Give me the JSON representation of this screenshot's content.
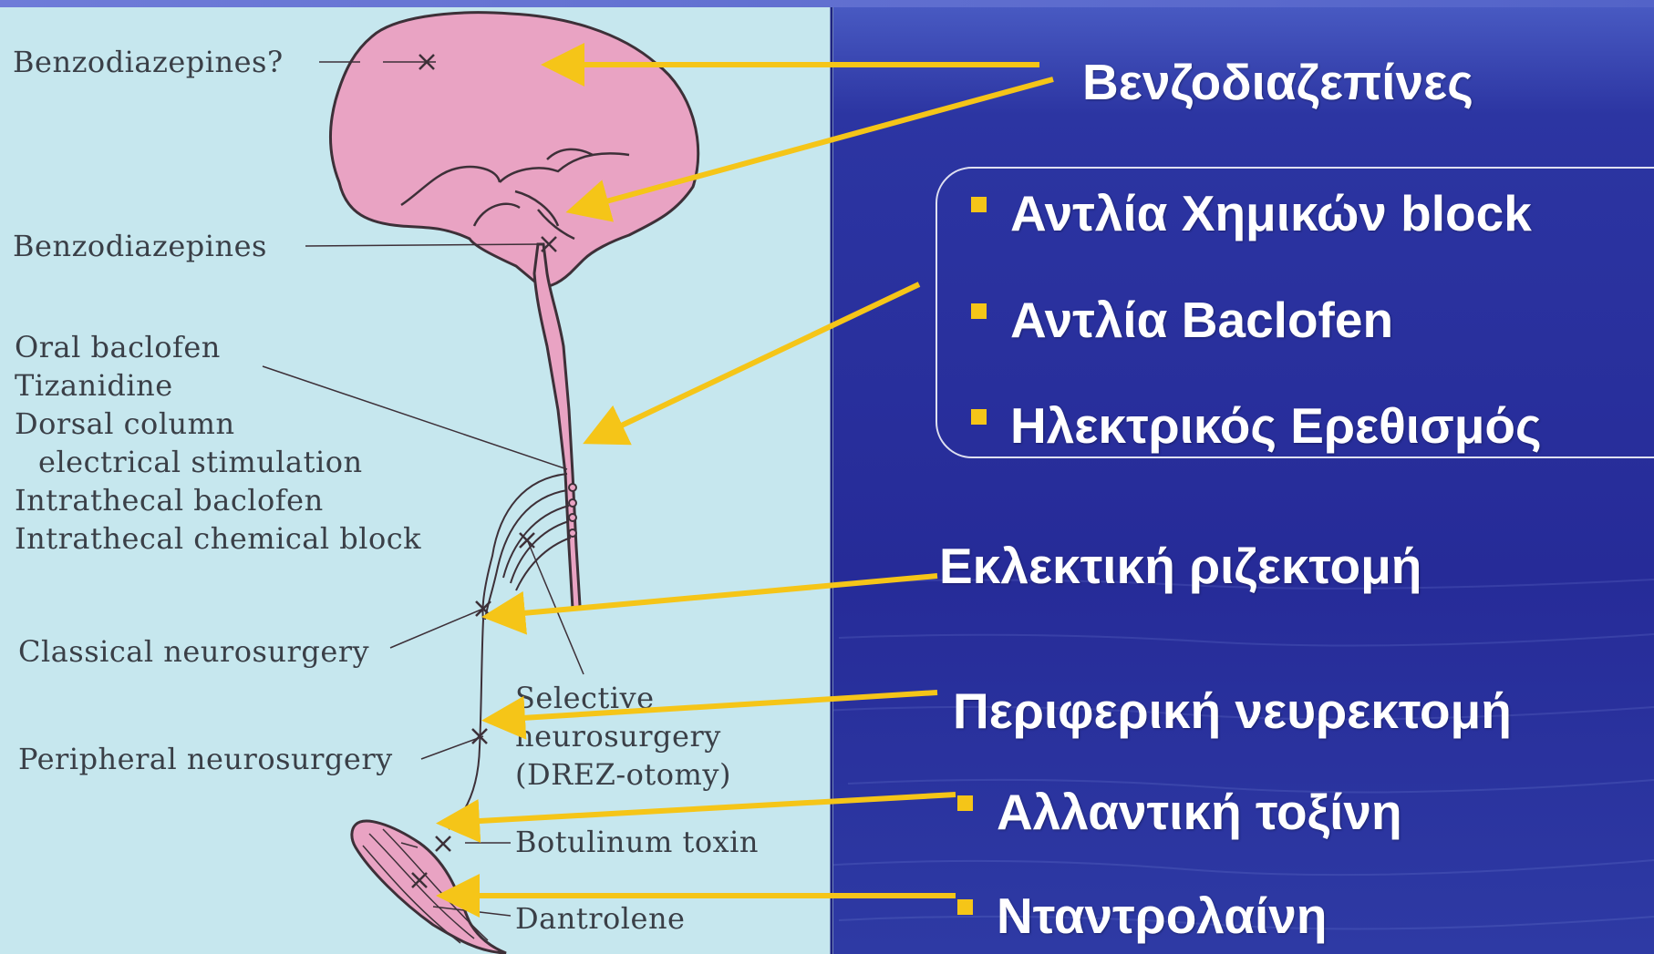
{
  "diagram": {
    "labels": {
      "benzo_q": "Benzodiazepines?",
      "benzo": "Benzodiazepines",
      "oral_baclofen": "Oral baclofen",
      "tizanidine": "Tizanidine",
      "dorsal_column": "Dorsal column",
      "electrical_stimulation": "electrical stimulation",
      "intrathecal_baclofen": "Intrathecal baclofen",
      "intrathecal_chemical_block": "Intrathecal chemical block",
      "classical_neurosurgery": "Classical neurosurgery",
      "selective": "Selective",
      "neurosurgery": "neurosurgery",
      "drez": "(DREZ-otomy)",
      "peripheral_neurosurgery": "Peripheral neurosurgery",
      "botulinum_toxin": "Botulinum toxin",
      "dantrolene": "Dantrolene"
    }
  },
  "greek": {
    "benzodiazepines": "Βενζοδιαζεπίνες",
    "pump_chemical_block": "Αντλία Χημικών block",
    "pump_baclofen": "Αντλία Baclofen",
    "electrical_stimulation": "Ηλεκτρικός Ερεθισμός",
    "selective_rhizotomy": "Εκλεκτική ριζεκτομή",
    "peripheral_neurectomy": "Περιφερική νευρεκτομή",
    "botulinum_toxin": "Αλλαντική τοξίνη",
    "dantrolene": "Νταντρολαίνη"
  },
  "colors": {
    "panel_bg": "#c6e7ee",
    "slide_bg": "#2a2c98",
    "arrow": "#f5c518",
    "organ_fill": "#e9a3c3",
    "organ_stroke": "#3d3038"
  }
}
